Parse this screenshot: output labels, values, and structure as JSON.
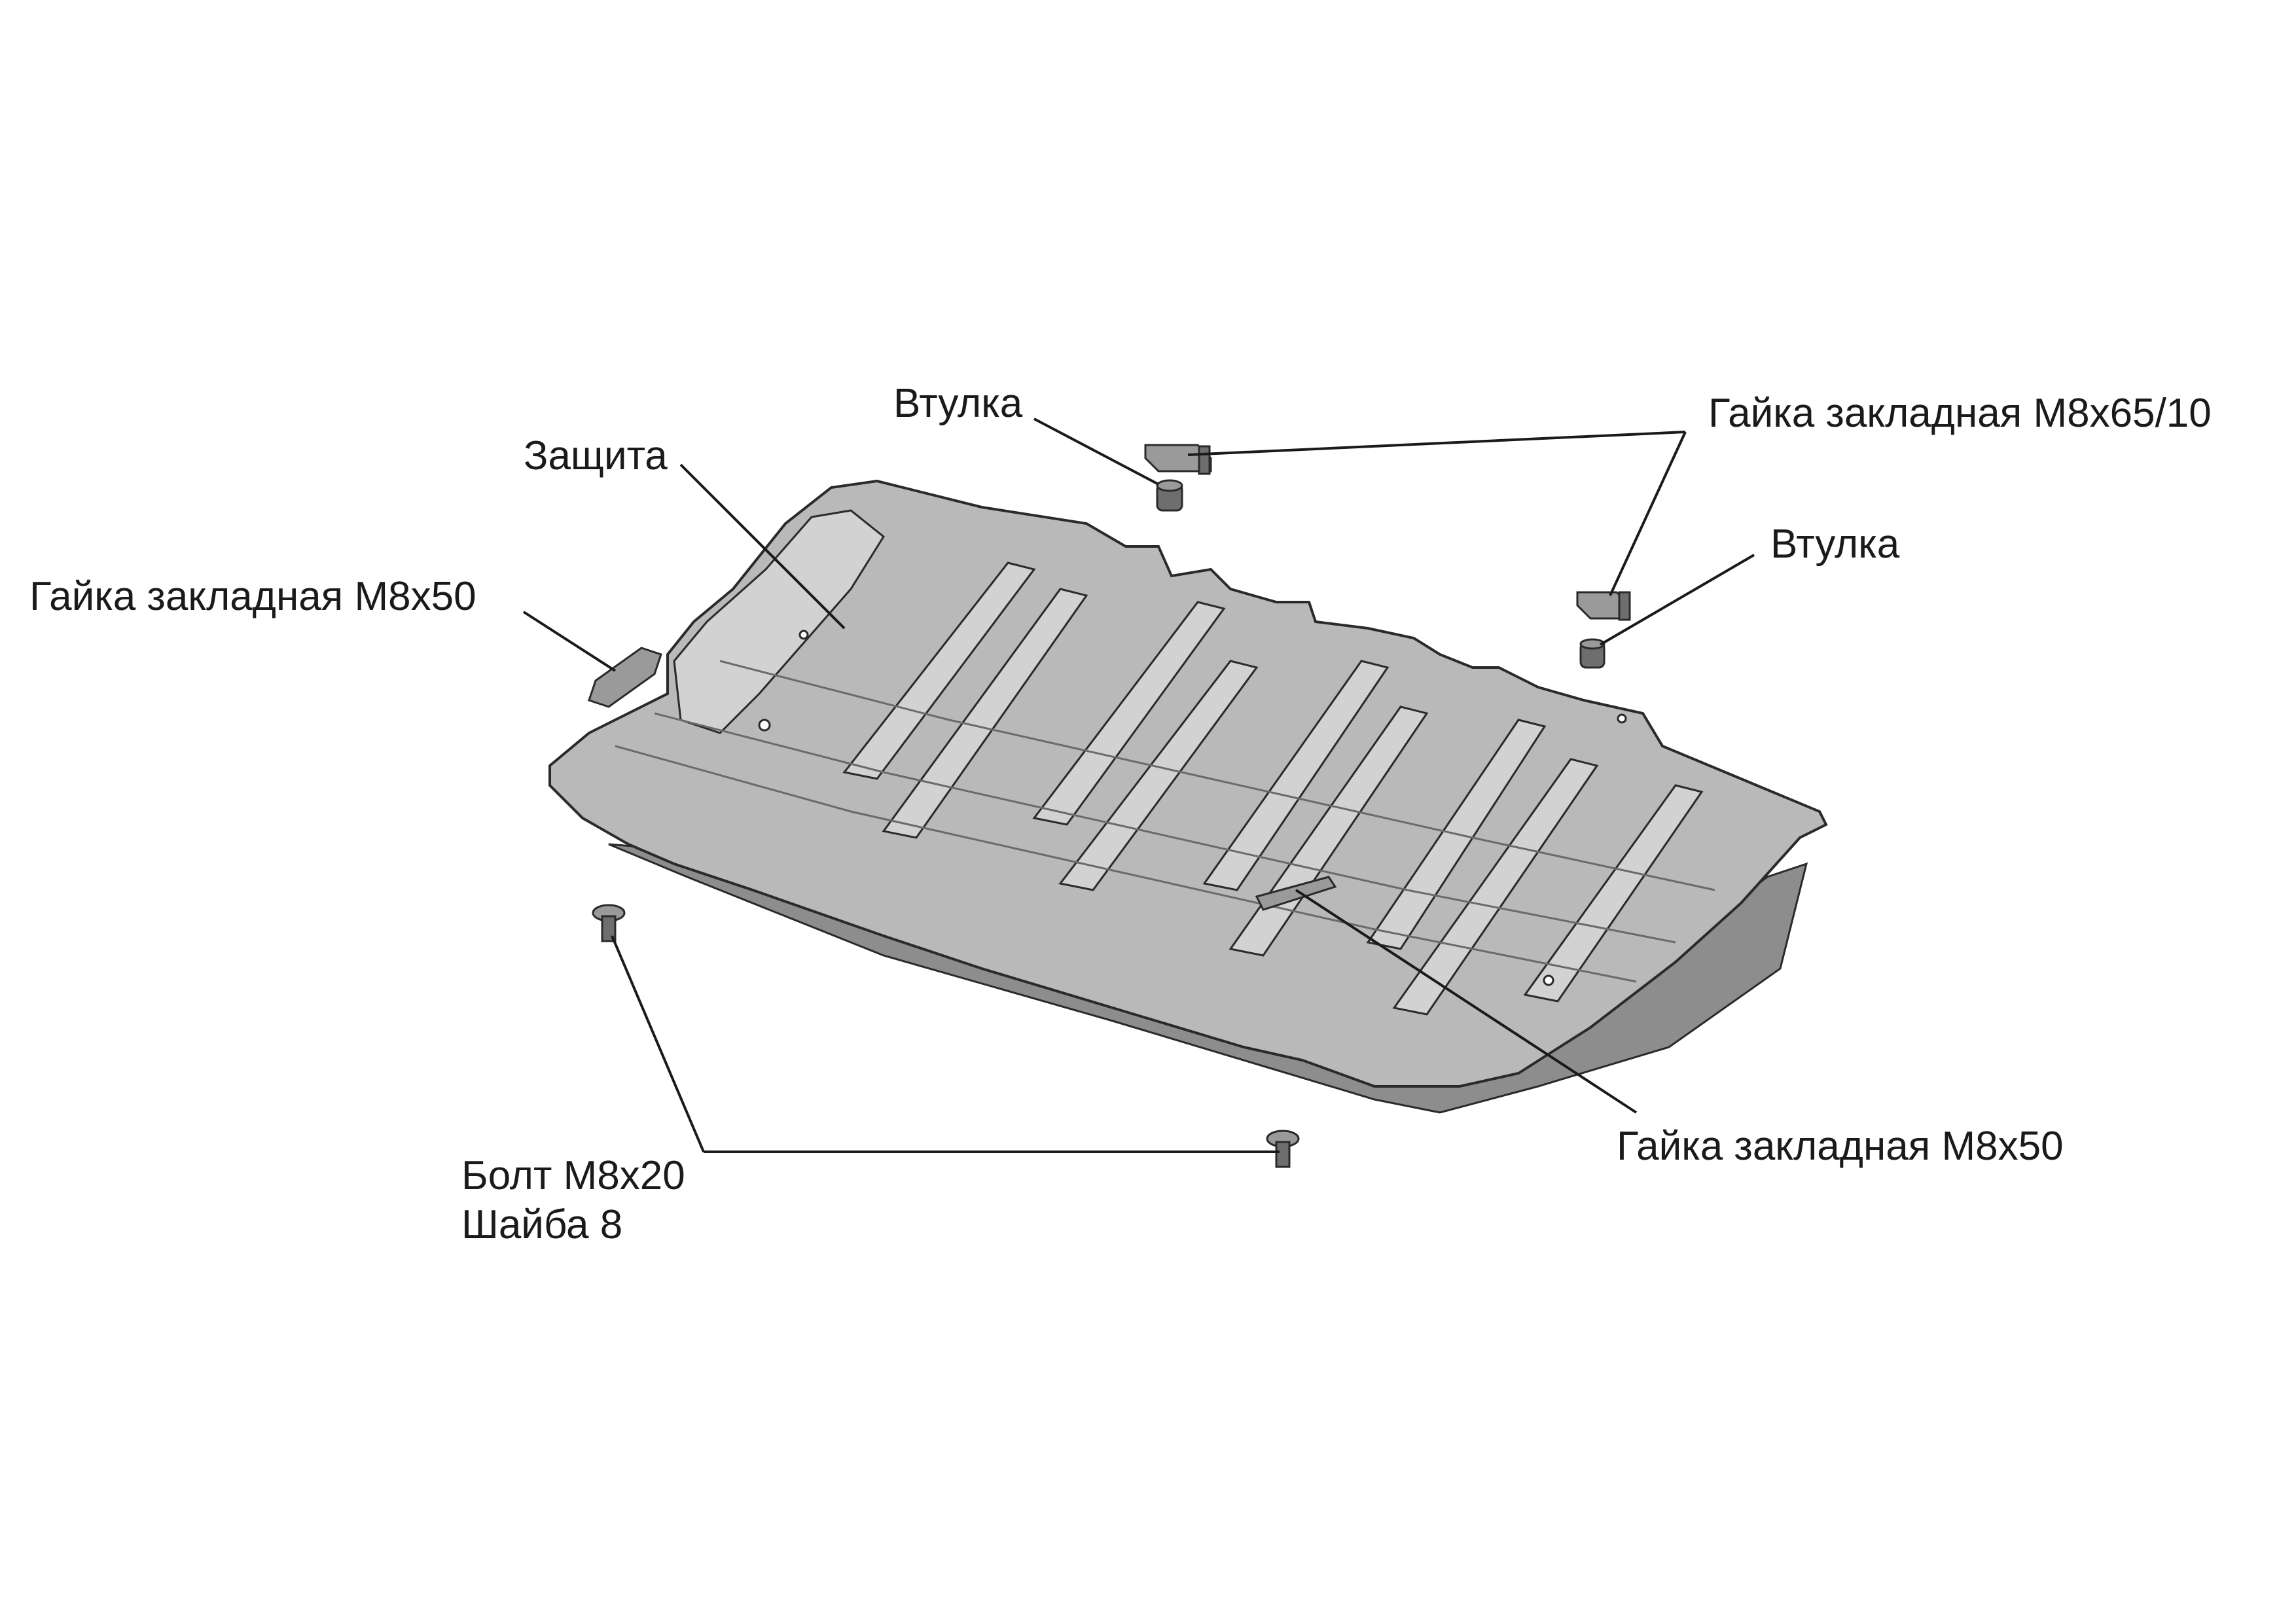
{
  "labels": {
    "zashchita": "Защита",
    "vtulka_top": "Втулка",
    "gaika_top": "Гайка закладная М8х65/10",
    "vtulka_right": "Втулка",
    "gaika_left": "Гайка закладная М8х50",
    "gaika_bottom": "Гайка закладная М8х50",
    "bolt": "Болт М8х20",
    "shaiba": "Шайба 8"
  },
  "colors": {
    "plate_fill": "#b9b9b9",
    "plate_light": "#d2d2d2",
    "plate_dark": "#8d8d8d",
    "edge": "#2a2a2a",
    "hardware": "#6e6e6e"
  }
}
